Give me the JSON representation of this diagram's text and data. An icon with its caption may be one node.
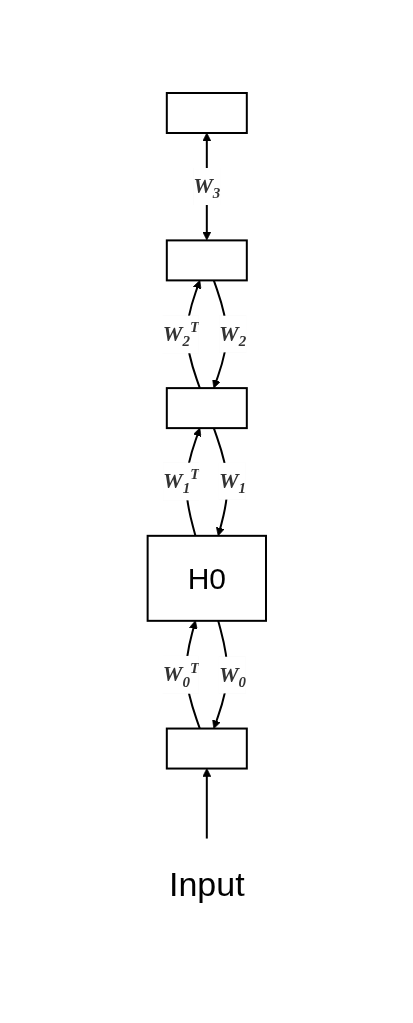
{
  "diagram": {
    "nodes": [
      {
        "text": [],
        "shape": "box"
      },
      {
        "text": [],
        "shape": "box"
      },
      {
        "text": [],
        "shape": "box"
      },
      {
        "text": [
          "H0"
        ]
      },
      {
        "text": [],
        "shape": "box"
      },
      {
        "text": [
          "Input"
        ]
      }
    ],
    "edges": [
      {
        "from": 1,
        "to": 0,
        "arrow": "both",
        "label": "W$_{3}$"
      },
      {
        "from": 2,
        "to": 1,
        "arrow": "to",
        "label": "W$_{2}$$^{T}$"
      },
      {
        "from": 1,
        "to": 2,
        "arrow": "to",
        "label": "W$_{2}$"
      },
      {
        "from": 3,
        "to": 2,
        "arrow": "to",
        "label": "W$_{1}$$^{T}$"
      },
      {
        "from": 2,
        "to": 3,
        "arrow": "to",
        "label": "W$_{1}$"
      },
      {
        "from": 4,
        "to": 3,
        "arrow": "to",
        "label": "W$_{0}$$^{T}$"
      },
      {
        "from": 3,
        "to": 4,
        "arrow": "to",
        "label": "W$_{0}$"
      },
      {
        "from": 5,
        "to": 4,
        "arrow": "to"
      }
    ]
  }
}
